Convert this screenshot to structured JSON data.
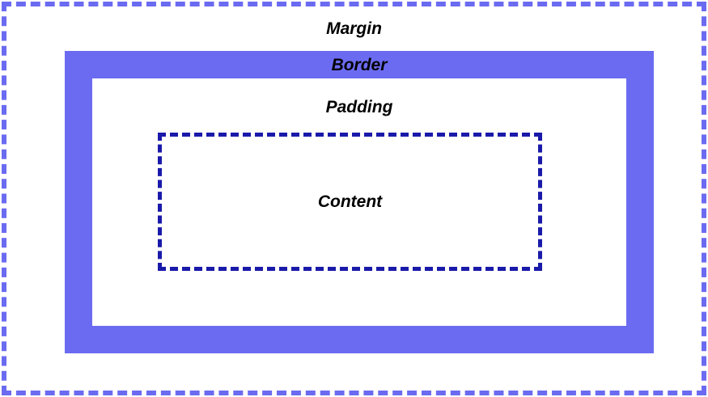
{
  "box_model": {
    "margin_label": "Margin",
    "border_label": "Border",
    "padding_label": "Padding",
    "content_label": "Content"
  },
  "colors": {
    "background": "#ffffff",
    "margin_dashed_border": "#6b6bf2",
    "border_band_fill": "#6b6bf2",
    "content_dashed_border": "#1a1aaa",
    "label_text": "#000000"
  }
}
